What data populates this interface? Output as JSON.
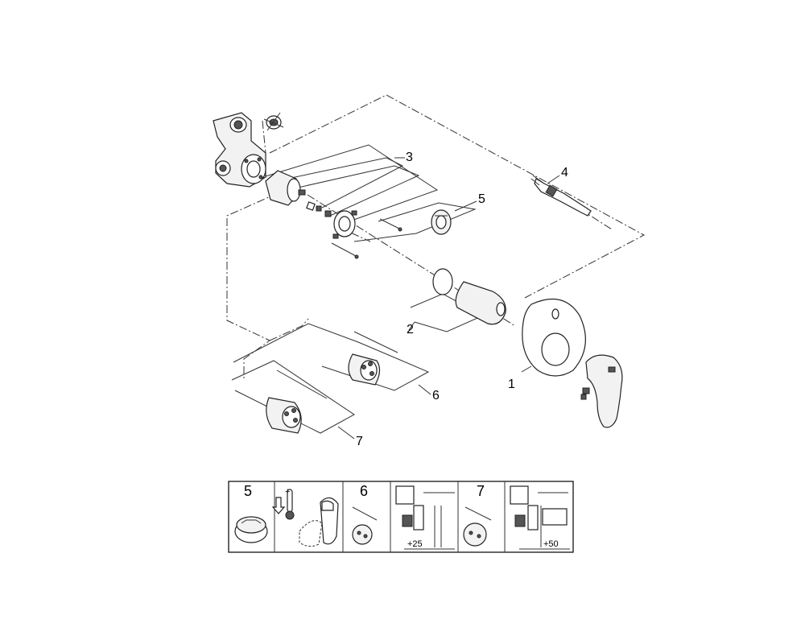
{
  "callouts": {
    "c1": "1",
    "c2": "2",
    "c3": "3",
    "c4": "4",
    "c5": "5",
    "c6": "6",
    "c7": "7"
  },
  "panel": {
    "cell_5": "5",
    "cell_6": "6",
    "cell_7": "7",
    "dim_25": "+25",
    "dim_50": "+50"
  },
  "icons": {
    "temp_symbol": "thermometer-icon",
    "arrow": "down-arrow-icon"
  }
}
